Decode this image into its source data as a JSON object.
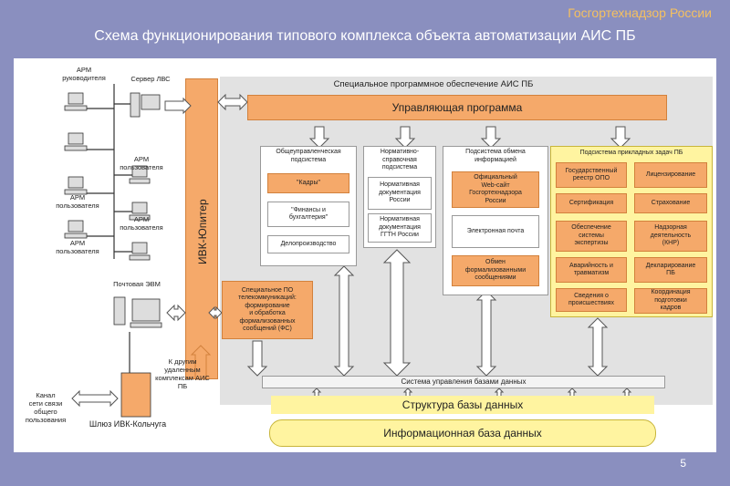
{
  "header": {
    "brand": "Госгортехнадзор России",
    "title": "Схема функционирования типового комплекса объекта автоматизации АИС ПБ"
  },
  "left": {
    "arm_head": "АРМ\nруководителя",
    "server": "Сервер ЛВС",
    "arm_user_1": "АРМ\nпользователя",
    "arm_user_2": "АРМ\nпользователя",
    "arm_user_3": "АРМ\nпользователя",
    "arm_user_4": "АРМ\nпользователя",
    "mail": "Почтовая ЭВМ",
    "ivk": "ИВК-Юпитер",
    "other": "К другим\nудаленным\nкомплексам АИС\nПБ",
    "channel": "Канал\nсети связи\nобщего\nпользования",
    "gateway": "Шлюз ИВК-Кольчуга"
  },
  "main": {
    "sw_title": "Специальное программное обеспечение  АИС ПБ",
    "control": "Управляющая программа",
    "general": {
      "head": "Общеуправленческая\nподсистема",
      "items": [
        "\"Кадры\"",
        "\"Финансы и\nбухгалтерия\"",
        "Делопроизводство"
      ]
    },
    "normative": {
      "head": "Нормативно-\nсправочная\nподсистема",
      "items": [
        "Нормативная\nдокументация\nРоссии",
        "Нормативная\nдокументация\nГГТН России"
      ]
    },
    "exchange": {
      "head": "Подсистема обмена\nинформацией",
      "items": [
        "Официальный\nWeb-сайт\nГосгортехнадзора\nРоссии",
        "Электронная почта",
        "Обмен\nформализованными\nсообщениями"
      ]
    },
    "applied": {
      "head": "Подсистема прикладных задач ПБ",
      "items": [
        "Государственный\nреестр ОПО",
        "Лицензирование",
        "Сертификация",
        "Страхование",
        "Обеспечение\nсистемы\nэкспертизы",
        "Надзорная\nдеятельность\n(КНР)",
        "Аварийность и\nтравматизм",
        "Декларирование\nПБ",
        "Сведения о\nпроисшествиях",
        "Координация\nподготовки\nкадров"
      ]
    },
    "telecom": "Специальное ПО\nтелекоммуникаций:\nформирование\nи обработка\nформализованных\nсообщений (ФС)",
    "dbms": "Система управления базами данных",
    "db_struct": "Структура базы данных",
    "info_db": "Информационная база данных"
  },
  "page_number": "5",
  "colors": {
    "background": "#8a8fbf",
    "brand": "#f5c060",
    "orange": "#f5a96a",
    "yellow": "#fff4a0",
    "grey_panel": "#e2e2e2"
  }
}
